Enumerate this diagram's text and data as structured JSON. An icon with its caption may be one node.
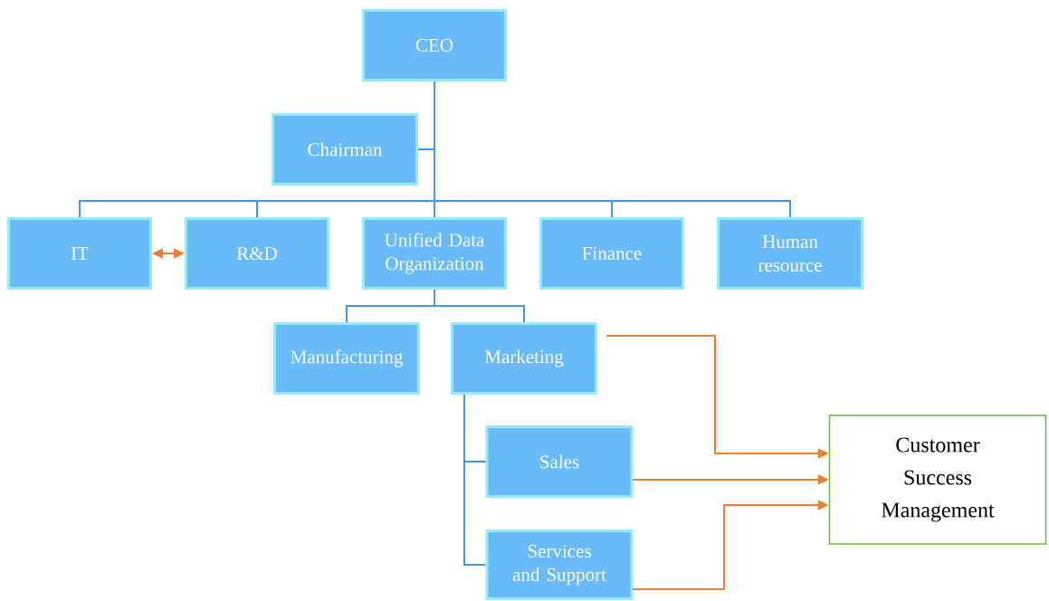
{
  "diagram": {
    "nodes": [
      {
        "text": [
          "CEO"
        ]
      },
      {
        "text": [
          "Chairman"
        ]
      },
      {
        "text": [
          "IT"
        ]
      },
      {
        "text": [
          "R&D"
        ]
      },
      {
        "text": [
          "Unified Data Organization"
        ]
      },
      {
        "text": [
          "Finance"
        ]
      },
      {
        "text": [
          "Human resource"
        ]
      },
      {
        "text": [
          "Manufacturing"
        ]
      },
      {
        "text": [
          "Marketing"
        ]
      },
      {
        "text": [
          "Sales"
        ]
      },
      {
        "text": [
          "Services and Support"
        ]
      },
      {
        "text": [
          "Customer Success Management"
        ]
      }
    ],
    "edges": [
      {
        "from": 0,
        "to": 1,
        "arrow": "none"
      },
      {
        "from": 0,
        "to": 2,
        "arrow": "none"
      },
      {
        "from": 0,
        "to": 3,
        "arrow": "none"
      },
      {
        "from": 0,
        "to": 4,
        "arrow": "none"
      },
      {
        "from": 0,
        "to": 5,
        "arrow": "none"
      },
      {
        "from": 0,
        "to": 6,
        "arrow": "none"
      },
      {
        "from": 4,
        "to": 7,
        "arrow": "none"
      },
      {
        "from": 4,
        "to": 8,
        "arrow": "none"
      },
      {
        "from": 8,
        "to": 9,
        "arrow": "none"
      },
      {
        "from": 8,
        "to": 10,
        "arrow": "none"
      },
      {
        "from": 2,
        "to": 3,
        "arrow": "both",
        "color": "#ed7d31"
      },
      {
        "from": 8,
        "to": 11,
        "arrow": "to",
        "color": "#ed7d31"
      },
      {
        "from": 9,
        "to": 11,
        "arrow": "to",
        "color": "#ed7d31"
      },
      {
        "from": 10,
        "to": 11,
        "arrow": "to",
        "color": "#ed7d31"
      }
    ]
  }
}
